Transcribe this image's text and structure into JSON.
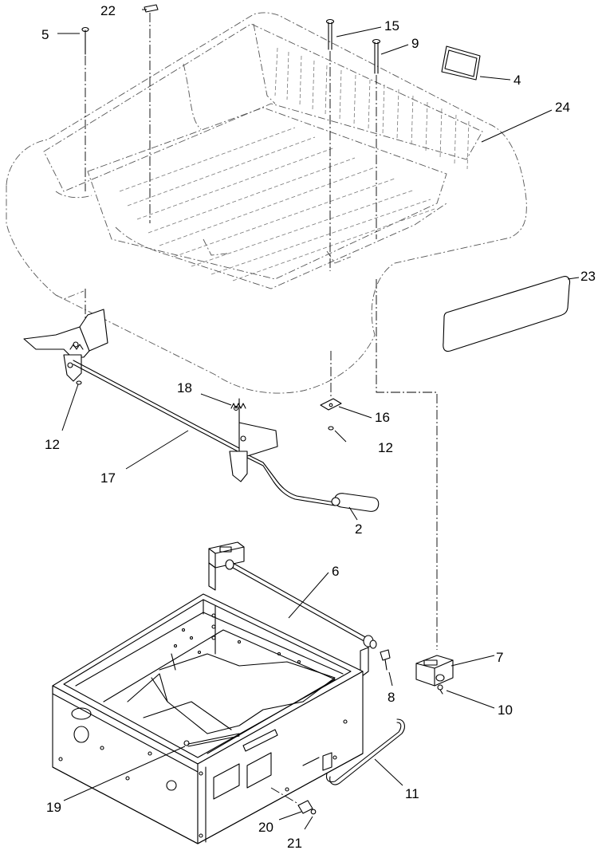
{
  "callouts": [
    {
      "id": "c22",
      "label": "22"
    },
    {
      "id": "c5",
      "label": "5"
    },
    {
      "id": "c15",
      "label": "15"
    },
    {
      "id": "c9",
      "label": "9"
    },
    {
      "id": "c4",
      "label": "4"
    },
    {
      "id": "c24",
      "label": "24"
    },
    {
      "id": "c23",
      "label": "23"
    },
    {
      "id": "c18",
      "label": "18"
    },
    {
      "id": "c16",
      "label": "16"
    },
    {
      "id": "c12a",
      "label": "12"
    },
    {
      "id": "c12b",
      "label": "12"
    },
    {
      "id": "c17",
      "label": "17"
    },
    {
      "id": "c2",
      "label": "2"
    },
    {
      "id": "c6",
      "label": "6"
    },
    {
      "id": "c7",
      "label": "7"
    },
    {
      "id": "c8",
      "label": "8"
    },
    {
      "id": "c10",
      "label": "10"
    },
    {
      "id": "c11",
      "label": "11"
    },
    {
      "id": "c19",
      "label": "19"
    },
    {
      "id": "c20",
      "label": "20"
    },
    {
      "id": "c21",
      "label": "21"
    }
  ]
}
